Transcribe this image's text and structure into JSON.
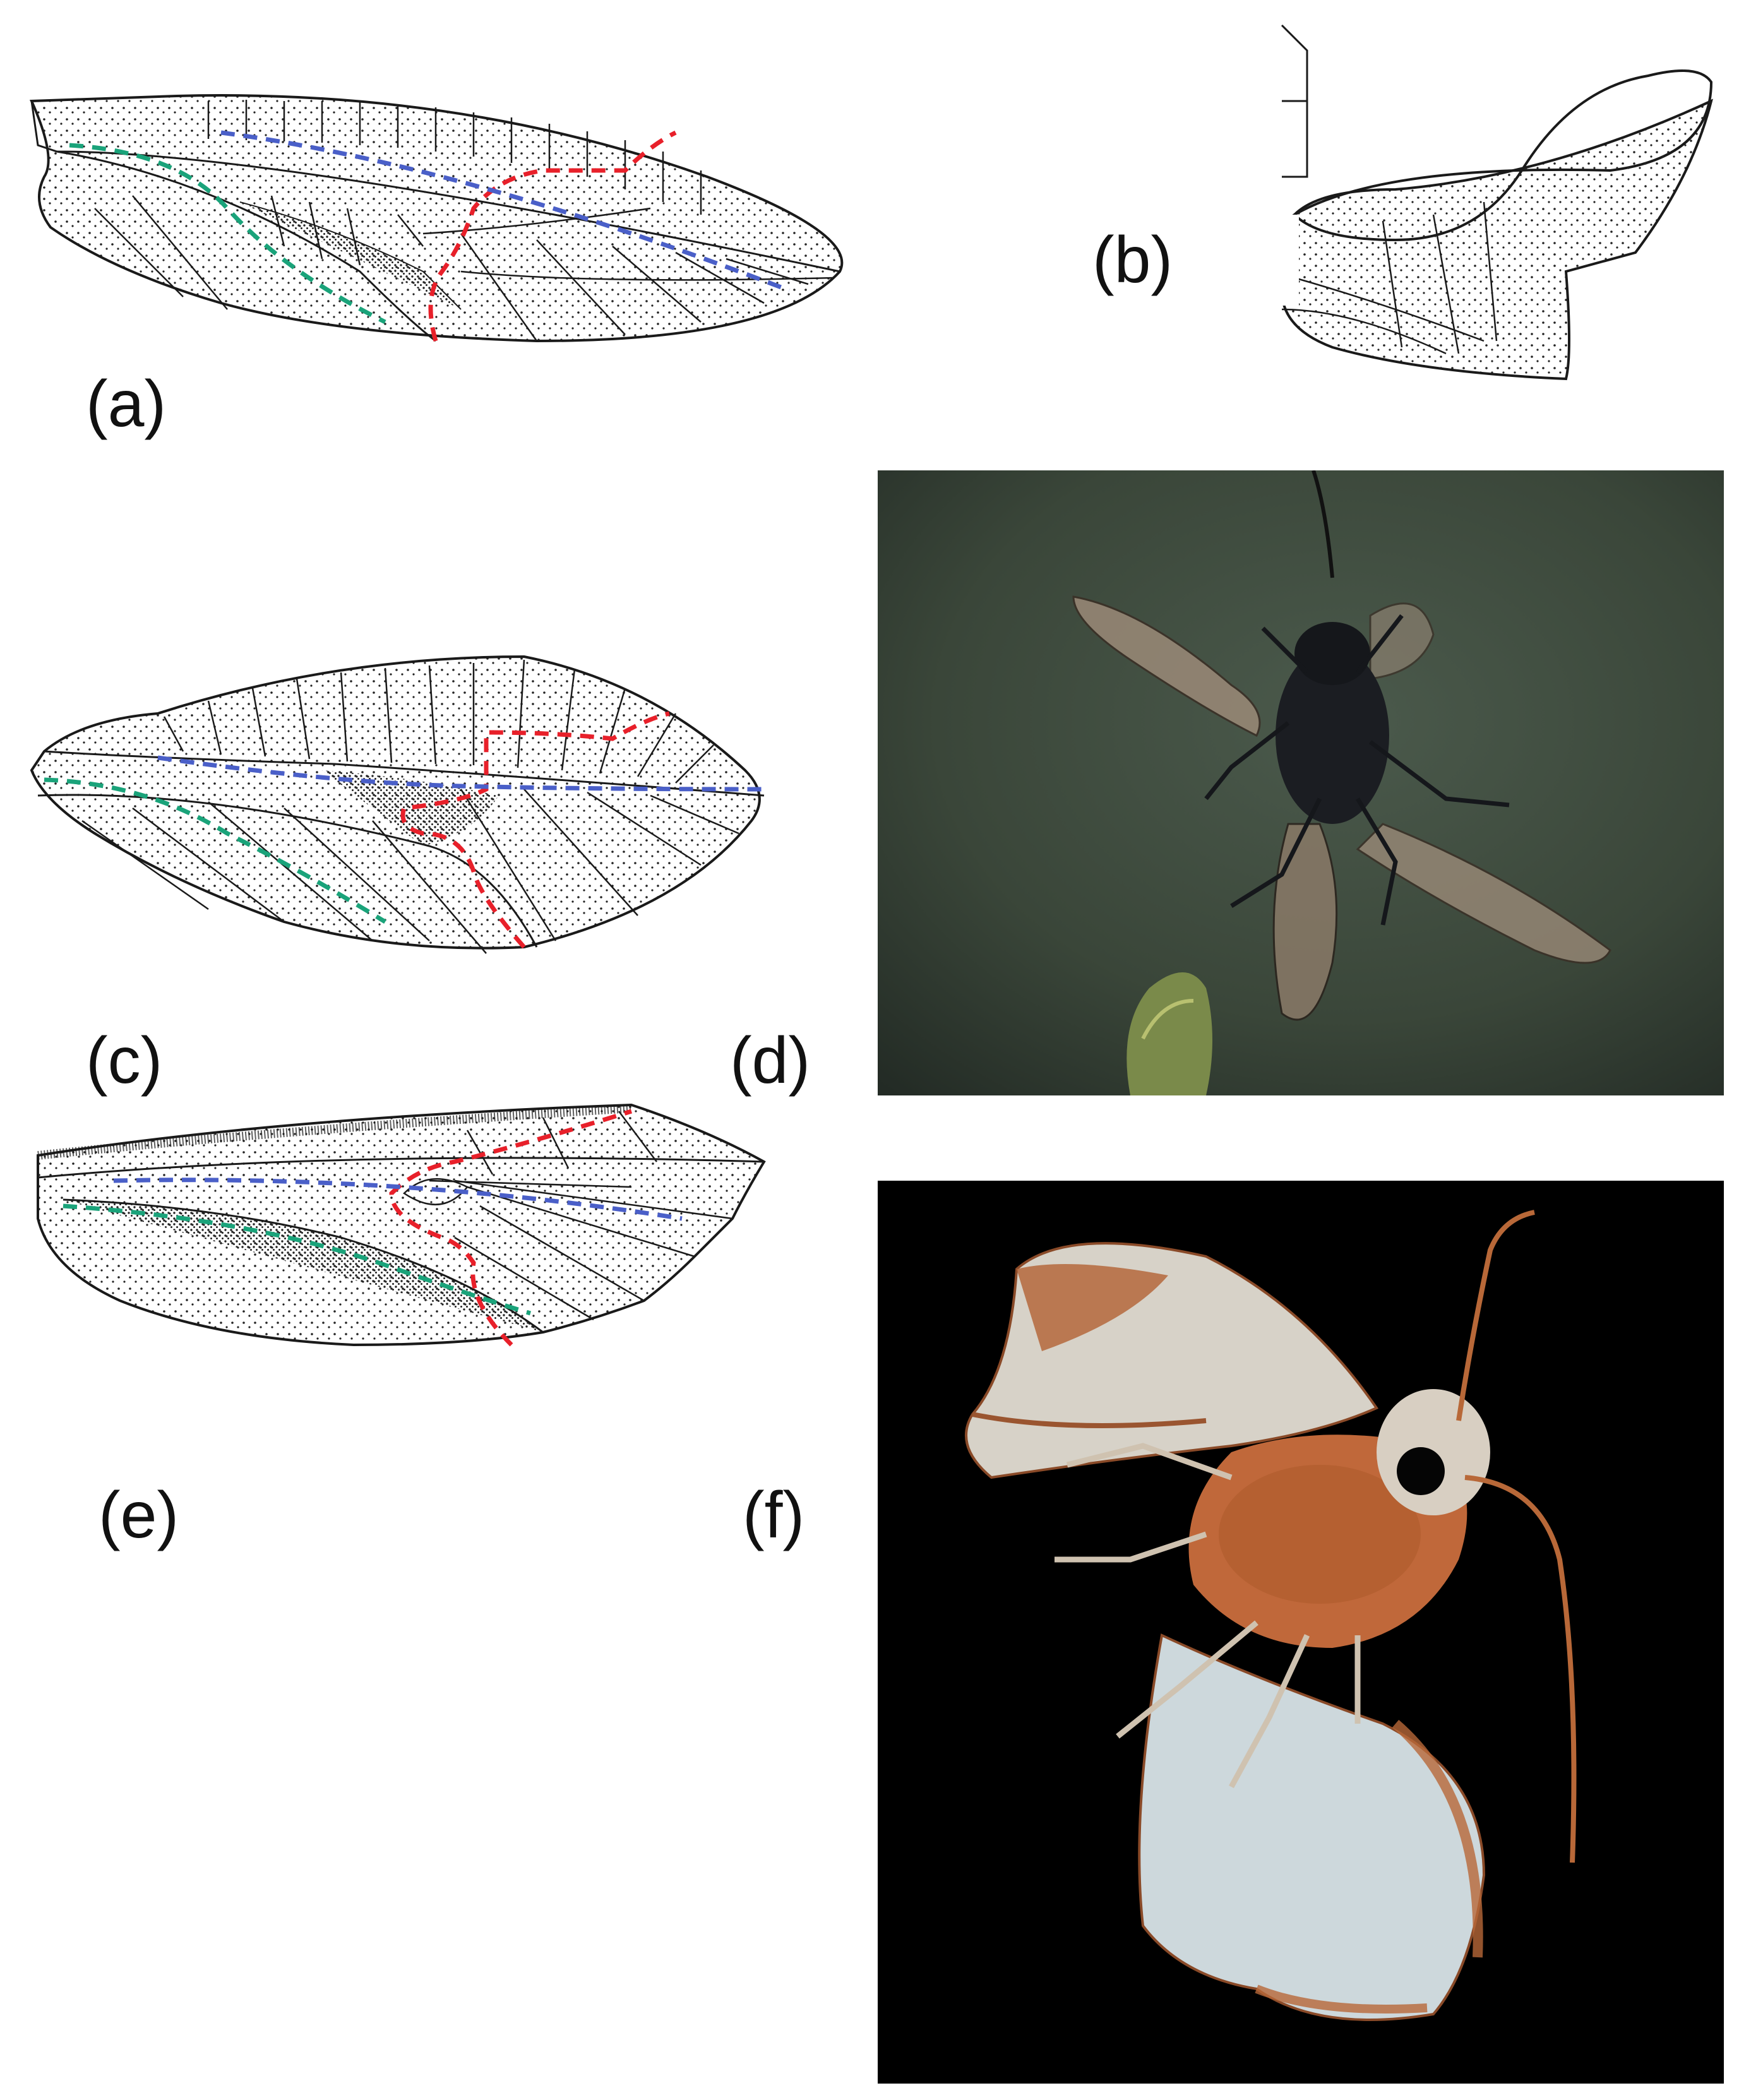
{
  "figure": {
    "panels": [
      {
        "id": "a",
        "label": "(a)",
        "kind": "wing-drawing",
        "subject": "forewing venation, dotted"
      },
      {
        "id": "b",
        "label": "(b)",
        "kind": "wing-drawing",
        "subject": "folded hindwing outline"
      },
      {
        "id": "c",
        "label": "(c)",
        "kind": "wing-drawing",
        "subject": "hindwing venation, dotted"
      },
      {
        "id": "d",
        "label": "(d)",
        "kind": "photo",
        "subject": "insect in flight on grey-green background"
      },
      {
        "id": "e",
        "label": "(e)",
        "kind": "wing-drawing",
        "subject": "narrow wing with scalloped margin"
      },
      {
        "id": "f",
        "label": "(f)",
        "kind": "photo",
        "subject": "moth on black background"
      }
    ],
    "colors": {
      "background": "#ffffff",
      "ink": "#1a1a1a",
      "red_dashed": "#e8202a",
      "blue_dashed": "#4a5fc8",
      "green_dashed": "#1aa37a",
      "photo_d_bg": "#3e4a3e",
      "photo_f_bg": "#000000",
      "moth_orange": "#c0683a",
      "moth_pale": "#d9dde0"
    }
  }
}
